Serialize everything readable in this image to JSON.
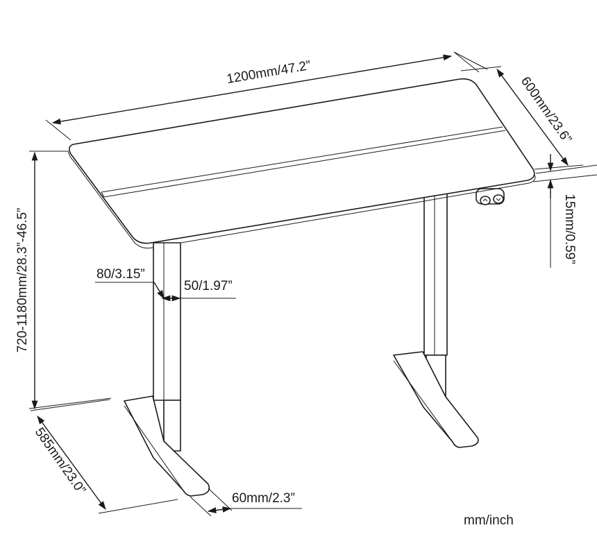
{
  "dimensions": {
    "width_label": "1200mm/47.2”",
    "depth_label": "600mm/23.6”",
    "thickness_label": "15mm/0.59”",
    "height_label": "720-1180mm/28.3”-46.5”",
    "leg_outer_label": "80/3.15”",
    "leg_inner_label": "50/1.97”",
    "foot_length_label": "585mm/23.0”",
    "foot_width_label": "60mm/2.3”"
  },
  "units_note": "mm/inch"
}
